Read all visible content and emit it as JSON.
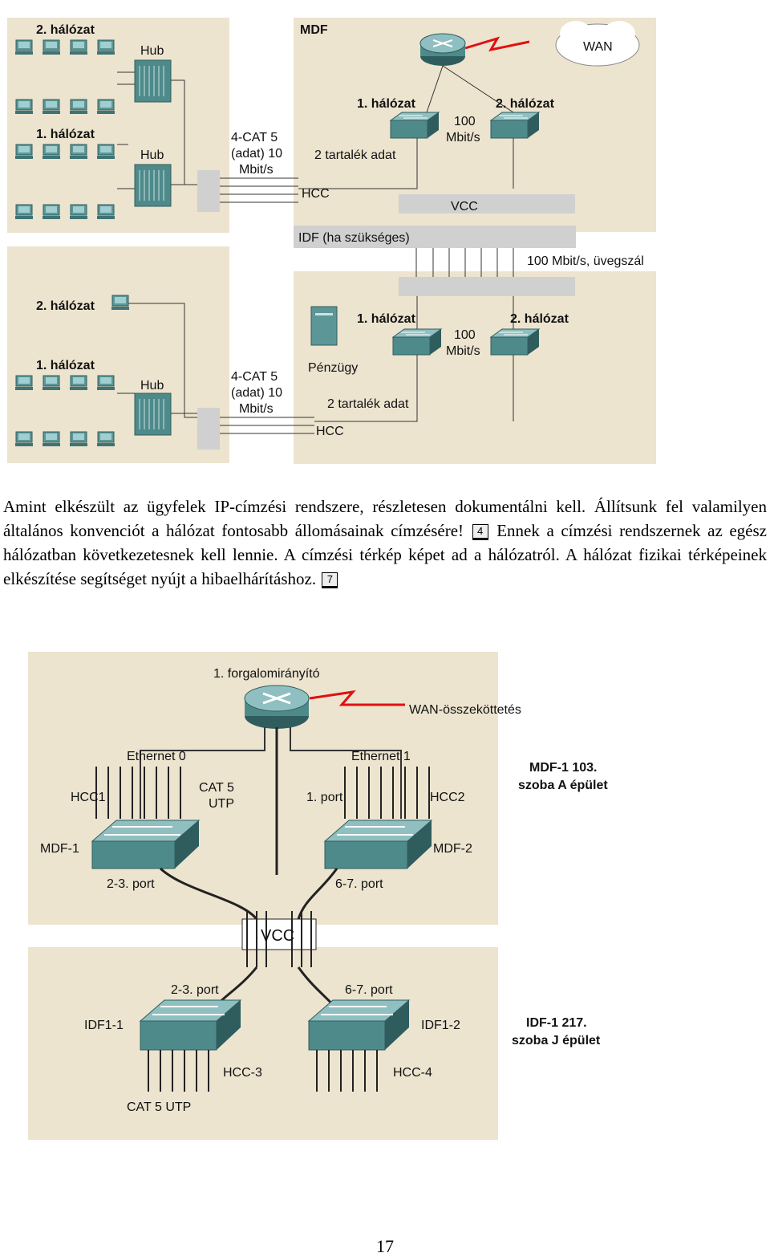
{
  "figure1": {
    "top_left": {
      "net2": "2. hálózat",
      "hub_a": "Hub",
      "net1": "1. hálózat",
      "hub_b": "Hub",
      "cable": [
        "4-CAT 5",
        "(adat) 10",
        "Mbit/s"
      ]
    },
    "top_right": {
      "mdf": "MDF",
      "wan": "WAN",
      "net1": "1. hálózat",
      "net2": "2. hálózat",
      "speed": [
        "100",
        "Mbit/s"
      ],
      "spare": "2 tartalék adat",
      "hcc": "HCC",
      "vcc": "VCC",
      "idf": "IDF (ha szükséges)",
      "fiber": "100 Mbit/s, üvegszál"
    },
    "bottom_left": {
      "net2": "2. hálózat",
      "net1": "1. hálózat",
      "hub": "Hub",
      "cable": [
        "4-CAT 5",
        "(adat) 10",
        "Mbit/s"
      ]
    },
    "bottom_right": {
      "net1": "1. hálózat",
      "net2": "2. hálózat",
      "speed": [
        "100",
        "Mbit/s"
      ],
      "finance": "Pénzügy",
      "spare": "2 tartalék adat",
      "hcc": "HCC"
    }
  },
  "paragraph": {
    "part1": "Amint elkészült az ügyfelek IP-címzési rendszere, részletesen dokumentálni kell. Állítsunk fel valamilyen általános konvenciót a hálózat fontosabb állomásainak címzésére!",
    "ref1": "4",
    "part2": "Ennek a címzési rendszernek az egész hálózatban következetesnek kell lennie. A címzési térkép képet ad a hálózatról. A hálózat fizikai térképeinek elkészítése segítséget nyújt a hibaelhárításhoz.",
    "ref2": "7"
  },
  "figure2": {
    "router": "1. forgalomirányító",
    "wan_link": "WAN-összeköttetés",
    "eth0": "Ethernet 0",
    "eth1": "Ethernet 1",
    "hcc1": "HCC1",
    "cat5": [
      "CAT 5",
      "UTP"
    ],
    "port1": "1. port",
    "hcc2": "HCC2",
    "mdf1": "MDF-1",
    "mdf2": "MDF-2",
    "port23": "2-3. port",
    "port67": "6-7. port",
    "vcc": "VCC",
    "mdf_room": [
      "MDF-1 103.",
      "szoba A épület"
    ],
    "idf_port23": "2-3. port",
    "idf_port67": "6-7. port",
    "idf1_1": "IDF1-1",
    "idf1_2": "IDF1-2",
    "hcc3": "HCC-3",
    "hcc4": "HCC-4",
    "cat5utp": "CAT 5 UTP",
    "idf_room": [
      "IDF-1 217.",
      "szoba J épület"
    ]
  },
  "page_number": "17",
  "colors": {
    "panel": "#ece4cf",
    "device": "#4f8a8b",
    "device_dark": "#2f5d5e",
    "patch": "#d0d0d0",
    "wan_bolt": "#e01010"
  }
}
